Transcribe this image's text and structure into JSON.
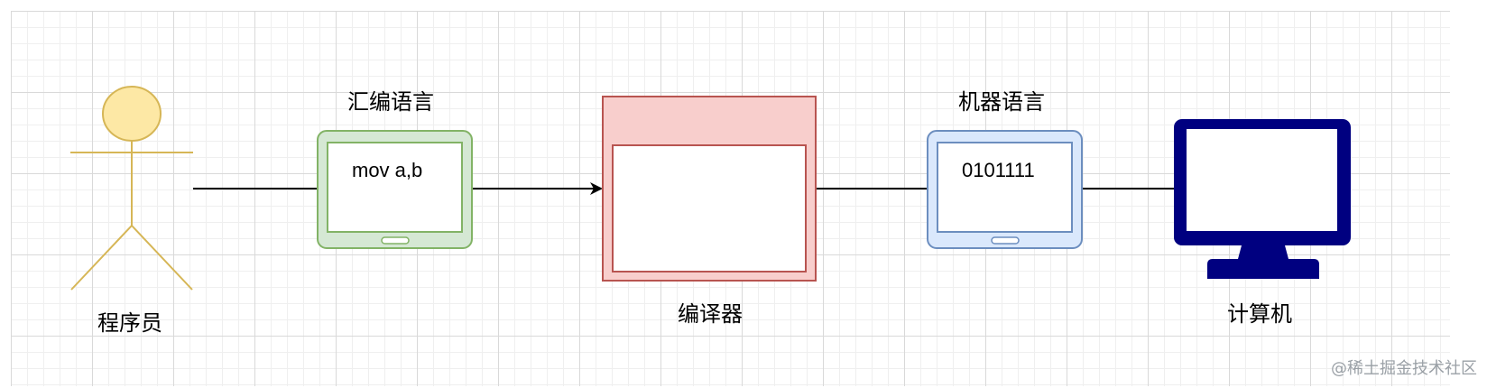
{
  "nodes": {
    "programmer": {
      "label": "程序员"
    },
    "assembly": {
      "title": "汇编语言",
      "code": "mov a,b"
    },
    "compiler": {
      "label": "编译器"
    },
    "machine": {
      "title": "机器语言",
      "code": "0101111"
    },
    "computer": {
      "label": "计算机"
    }
  },
  "watermark": "@稀土掘金技术社区",
  "colors": {
    "actor_fill": "#fde8a5",
    "actor_stroke": "#d6b656",
    "assembly_fill": "#d5e8d4",
    "assembly_stroke": "#82b366",
    "compiler_fill": "#f8cecc",
    "compiler_stroke": "#b85450",
    "machine_fill": "#dae8fc",
    "machine_stroke": "#6c8ebf",
    "computer": "#000080"
  }
}
